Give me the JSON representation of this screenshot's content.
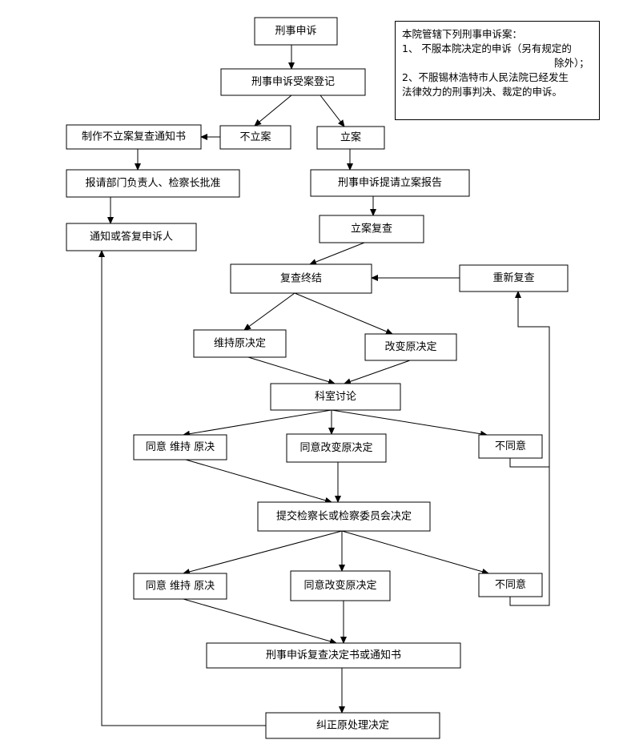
{
  "nodes": {
    "n01": "刑事申诉",
    "n02": "刑事申诉受案登记",
    "n03": "不立案",
    "n04": "立案",
    "n05": "制作不立案复查通知书",
    "n06": "报请部门负责人、检察长批准",
    "n07": "通知或答复申诉人",
    "n08": "刑事申诉提请立案报告",
    "n09": "立案复查",
    "n10": "复查终结",
    "n11": "重新复查",
    "n12": "维持原决定",
    "n13": "改变原决定",
    "n14": "科室讨论",
    "n15": "同意 维持 原决",
    "n16": "同意改变原决定",
    "n17": "不同意",
    "n18": "提交检察长或检察委员会决定",
    "n19": "同意 维持 原决",
    "n20": "同意改变原决定",
    "n21": "不同意",
    "n22": "刑事申诉复查决定书或通知书",
    "n23": "纠正原处理决定"
  },
  "note": {
    "title": "本院管辖下列刑事申诉案：",
    "item1_line1": "1、 不服本院决定的申诉（另有规定的",
    "item1_line2": "除外）；",
    "item2_line1": "2、不服锡林浩特市人民法院已经发生",
    "item2_line2": "法律效力的刑事判决、裁定的申诉。"
  }
}
